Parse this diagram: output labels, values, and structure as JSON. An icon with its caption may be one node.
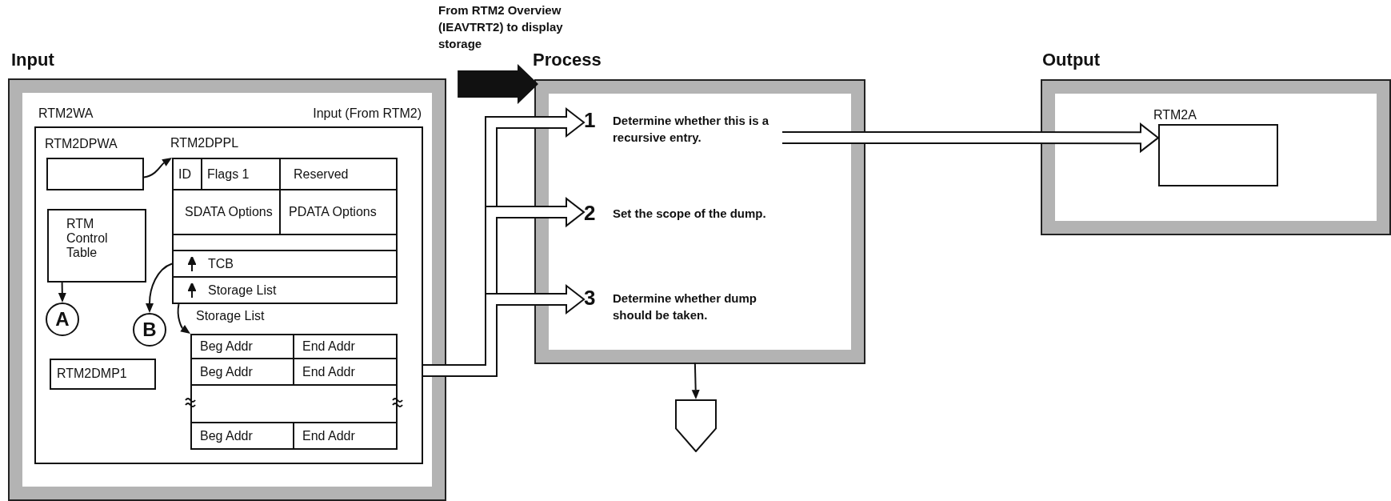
{
  "diagram": {
    "nodes": [
      {
        "text": [
          "Input"
        ]
      },
      {
        "text": [
          "RTM2WA",
          "Input (From RTM2)"
        ],
        "in": 0
      },
      {
        "text": [
          "RTM2DPWA"
        ],
        "in": 1
      },
      {
        "text": [
          "RTM2DPPL"
        ],
        "in": 1
      },
      {
        "text": [
          "ID"
        ],
        "in": 3
      },
      {
        "text": [
          "Flags 1"
        ],
        "in": 3
      },
      {
        "text": [
          "Reserved"
        ],
        "in": 3
      },
      {
        "text": [
          "SDATA Options"
        ],
        "in": 3
      },
      {
        "text": [
          "PDATA Options"
        ],
        "in": 3
      },
      {
        "text": [],
        "shape": "box",
        "in": 3
      },
      {
        "text": [
          "TCB"
        ],
        "in": 3
      },
      {
        "text": [
          "Storage List"
        ],
        "in": 3
      },
      {
        "text": [
          "RTM Control Table"
        ],
        "in": 1
      },
      {
        "text": [
          "A"
        ],
        "in": 1
      },
      {
        "text": [
          "B"
        ],
        "in": 1
      },
      {
        "text": [
          "Storage List"
        ],
        "in": 1
      },
      {
        "text": [
          "Beg Addr"
        ],
        "in": 15
      },
      {
        "text": [
          "End Addr"
        ],
        "in": 15
      },
      {
        "text": [
          "Beg Addr"
        ],
        "in": 15
      },
      {
        "text": [
          "End Addr"
        ],
        "in": 15
      },
      {
        "text": [],
        "shape": "box",
        "in": 15
      },
      {
        "text": [
          "Beg Addr"
        ],
        "in": 15
      },
      {
        "text": [
          "End Addr"
        ],
        "in": 15
      },
      {
        "text": [
          "RTM2DMP1"
        ],
        "in": 1
      },
      {
        "text": [
          "Process"
        ]
      },
      {
        "text": [
          "1",
          "Determine whether this is a recursive entry."
        ],
        "in": 24
      },
      {
        "text": [
          "2",
          "Set the scope of the dump."
        ],
        "in": 24
      },
      {
        "text": [
          "3",
          "Determine whether dump should be taken."
        ],
        "in": 24
      },
      {
        "text": [
          "Output"
        ]
      },
      {
        "text": [
          "RTM2A"
        ],
        "in": 28
      },
      {
        "text": [],
        "shape": "pentagon"
      },
      {
        "text": [
          "From RTM2 Overview (IEAVTRT2) to display storage"
        ]
      }
    ],
    "edges": [
      {
        "from": 2,
        "to": 3,
        "arrow": "to"
      },
      {
        "from": 12,
        "to": 13,
        "arrow": "to"
      },
      {
        "from": 10,
        "to": 14,
        "arrow": "to"
      },
      {
        "from": 11,
        "to": 15,
        "arrow": "to"
      },
      {
        "from": 31,
        "to": 24,
        "arrow": "to",
        "style": "thick"
      },
      {
        "from": 1,
        "to": 25,
        "arrow": "to",
        "style": "thick"
      },
      {
        "from": 1,
        "to": 26,
        "arrow": "to",
        "style": "thick"
      },
      {
        "from": 1,
        "to": 27,
        "arrow": "to",
        "style": "thick"
      },
      {
        "from": 25,
        "to": 29,
        "arrow": "to",
        "style": "thick"
      },
      {
        "from": 24,
        "to": 30,
        "arrow": "to"
      }
    ]
  }
}
